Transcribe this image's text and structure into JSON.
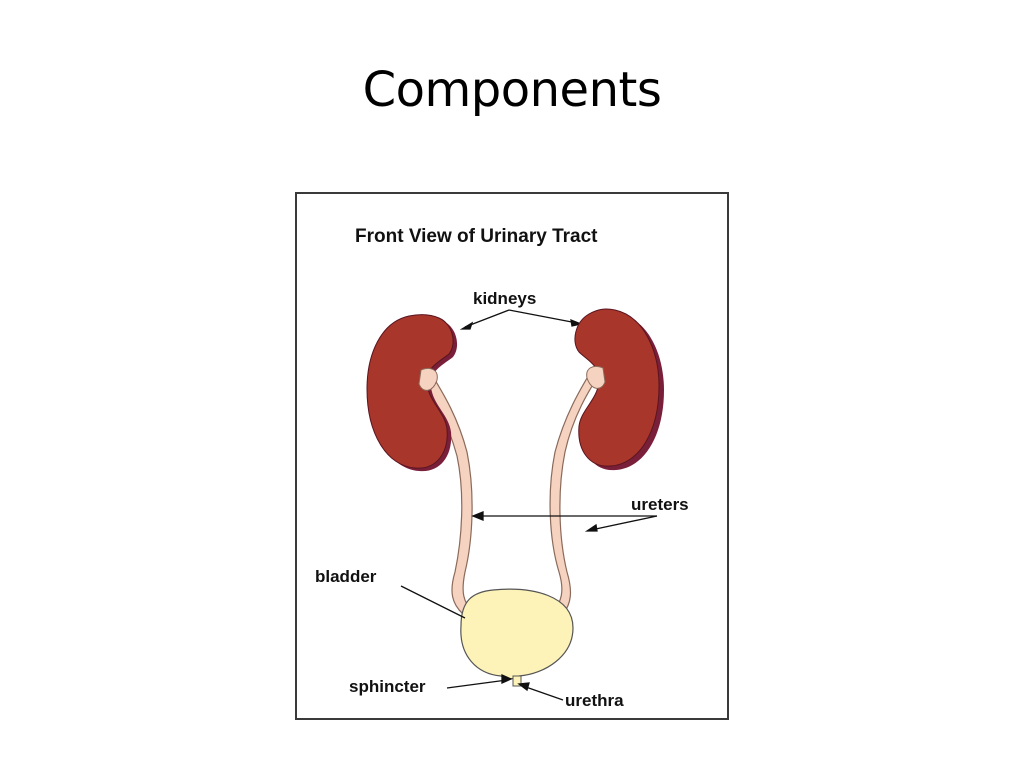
{
  "slide": {
    "title": "Components"
  },
  "figure": {
    "heading": "Front View of Urinary Tract",
    "labels": {
      "kidneys": "kidneys",
      "ureters": "ureters",
      "bladder": "bladder",
      "sphincter": "sphincter",
      "urethra": "urethra"
    },
    "colors": {
      "kidney_fill": "#a8362a",
      "kidney_shadow": "#7a1f3a",
      "ureter_fill": "#f6d2c0",
      "bladder_fill": "#fdf3b8",
      "frame_border": "#3a3a3a"
    }
  }
}
